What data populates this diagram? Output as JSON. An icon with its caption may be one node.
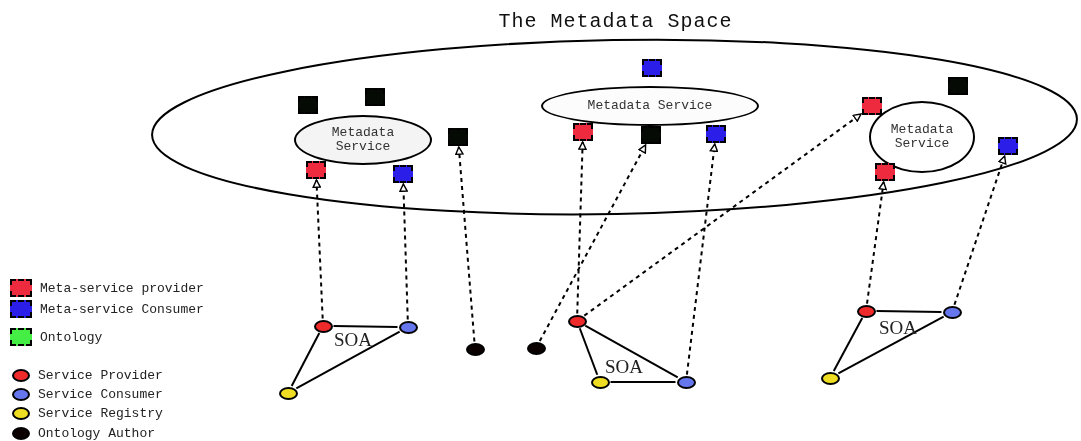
{
  "diagram": {
    "nodes": [
      {
        "text": [
          "The Metadata Space"
        ]
      },
      {
        "text": [],
        "shape": "box",
        "in": 0
      },
      {
        "text": [],
        "shape": "box",
        "in": 0
      },
      {
        "text": [
          "Metadata Service"
        ],
        "in": 0
      },
      {
        "text": [],
        "shape": "box",
        "in": 0
      },
      {
        "text": [],
        "shape": "box",
        "in": 0
      },
      {
        "text": [],
        "shape": "box",
        "in": 0
      },
      {
        "text": [],
        "shape": "box",
        "in": 0
      },
      {
        "text": [
          "Metadata Service"
        ],
        "in": 0
      },
      {
        "text": [],
        "shape": "box",
        "in": 0
      },
      {
        "text": [],
        "shape": "box",
        "in": 0
      },
      {
        "text": [],
        "shape": "box",
        "in": 0
      },
      {
        "text": [],
        "shape": "box",
        "in": 0
      },
      {
        "text": [],
        "shape": "box",
        "in": 0
      },
      {
        "text": [
          "Metadata Service"
        ],
        "in": 0
      },
      {
        "text": [],
        "shape": "box",
        "in": 0
      },
      {
        "text": [],
        "shape": "box",
        "in": 0
      },
      {
        "text": [],
        "shape": "circle"
      },
      {
        "text": [],
        "shape": "circle"
      },
      {
        "text": [],
        "shape": "circle"
      },
      {
        "text": [],
        "shape": "circle"
      },
      {
        "text": [],
        "shape": "circle"
      },
      {
        "text": [],
        "shape": "circle"
      },
      {
        "text": [],
        "shape": "circle"
      },
      {
        "text": [],
        "shape": "circle"
      },
      {
        "text": [],
        "shape": "circle"
      },
      {
        "text": [],
        "shape": "circle"
      },
      {
        "text": [],
        "shape": "circle"
      }
    ],
    "edges": [
      {
        "from": 17,
        "to": 4,
        "arrow": "to",
        "style": "dashed"
      },
      {
        "from": 18,
        "to": 5,
        "arrow": "to",
        "style": "dashed"
      },
      {
        "from": 20,
        "to": 6,
        "arrow": "to",
        "style": "dashed"
      },
      {
        "from": 21,
        "to": 10,
        "arrow": "to",
        "style": "dashed"
      },
      {
        "from": 22,
        "to": 9,
        "arrow": "to",
        "style": "dashed"
      },
      {
        "from": 22,
        "to": 12,
        "arrow": "to",
        "style": "dashed"
      },
      {
        "from": 24,
        "to": 11,
        "arrow": "to",
        "style": "dashed"
      },
      {
        "from": 25,
        "to": 15,
        "arrow": "to",
        "style": "dashed"
      },
      {
        "from": 26,
        "to": 16,
        "arrow": "to",
        "style": "dashed"
      },
      {
        "from": 17,
        "to": 18,
        "arrow": "none"
      },
      {
        "from": 17,
        "to": 19,
        "arrow": "none"
      },
      {
        "from": 18,
        "to": 19,
        "arrow": "none"
      },
      {
        "from": 22,
        "to": 23,
        "arrow": "none"
      },
      {
        "from": 22,
        "to": 24,
        "arrow": "none"
      },
      {
        "from": 23,
        "to": 24,
        "arrow": "none"
      },
      {
        "from": 25,
        "to": 26,
        "arrow": "none"
      },
      {
        "from": 25,
        "to": 27,
        "arrow": "none"
      },
      {
        "from": 26,
        "to": 27,
        "arrow": "none"
      }
    ],
    "labels": [
      "SOA",
      "SOA",
      "SOA"
    ],
    "legend": [
      {
        "text": "Meta-service provider",
        "color": "#ee2a3f"
      },
      {
        "text": "Meta-service Consumer",
        "color": "#2a1ee8"
      },
      {
        "text": "Ontology",
        "color": "#44ee44"
      },
      {
        "text": "Service Provider",
        "color": "#ee2a2a"
      },
      {
        "text": "Service Consumer",
        "color": "#6677ee"
      },
      {
        "text": "Service Registry",
        "color": "#eedd22"
      },
      {
        "text": "Ontology Author",
        "color": "#0a0000"
      }
    ]
  }
}
